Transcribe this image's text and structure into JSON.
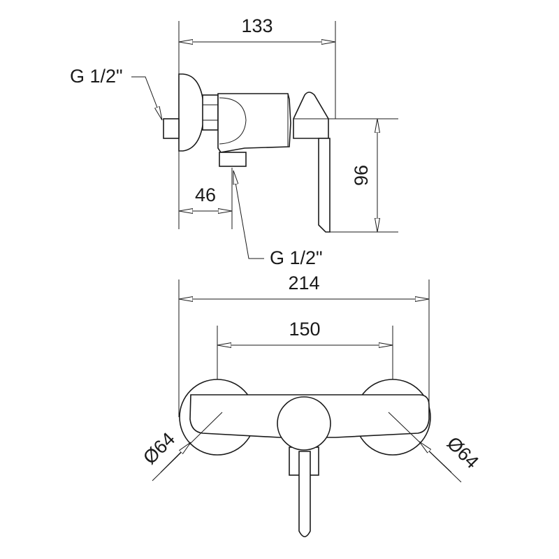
{
  "side_view": {
    "overall_depth": "133",
    "height": "96",
    "inlet_offset": "46",
    "wall_thread": "G 1/2\"",
    "outlet_thread": "G 1/2\""
  },
  "front_view": {
    "overall_width": "214",
    "centre_distance": "150",
    "flange_left": "Ø64",
    "flange_right": "Ø64"
  },
  "colors": {
    "line": "#1a1a1a",
    "background": "#ffffff"
  }
}
